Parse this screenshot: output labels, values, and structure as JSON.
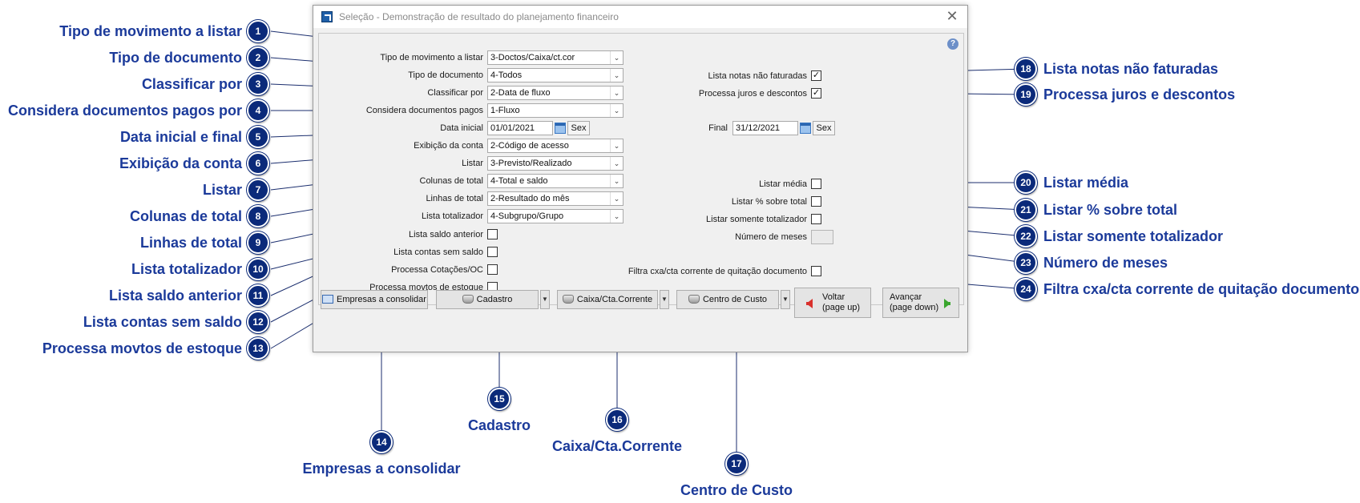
{
  "window": {
    "title": "Seleção - Demonstração de resultado do planejamento financeiro",
    "help": "?",
    "close": "✕"
  },
  "form": {
    "tipo_movimento": {
      "label": "Tipo de movimento a listar",
      "value": "3-Doctos/Caixa/ct.cor"
    },
    "tipo_documento": {
      "label": "Tipo de documento",
      "value": "4-Todos"
    },
    "classificar_por": {
      "label": "Classificar por",
      "value": "2-Data de fluxo"
    },
    "considera_pagos": {
      "label": "Considera documentos pagos",
      "value": "1-Fluxo"
    },
    "data_inicial": {
      "label": "Data inicial",
      "value": "01/01/2021",
      "weekday": "Sex"
    },
    "data_final": {
      "label": "Final",
      "value": "31/12/2021",
      "weekday": "Sex"
    },
    "exibicao_conta": {
      "label": "Exibição da conta",
      "value": "2-Código de acesso"
    },
    "listar": {
      "label": "Listar",
      "value": "3-Previsto/Realizado"
    },
    "colunas_total": {
      "label": "Colunas de total",
      "value": "4-Total e saldo"
    },
    "linhas_total": {
      "label": "Linhas de total",
      "value": "2-Resultado do mês"
    },
    "lista_totalizador": {
      "label": "Lista totalizador",
      "value": "4-Subgrupo/Grupo"
    },
    "lista_saldo_anterior": {
      "label": "Lista saldo anterior",
      "checked": false
    },
    "lista_contas_sem_saldo": {
      "label": "Lista contas sem saldo",
      "checked": false
    },
    "processa_cotacoes": {
      "label": "Processa Cotações/OC",
      "checked": false
    },
    "processa_movtos_estoque": {
      "label": "Processa movtos de estoque",
      "checked": false
    },
    "lista_notas_nao_faturadas": {
      "label": "Lista notas não faturadas",
      "checked": true
    },
    "processa_juros": {
      "label": "Processa juros e descontos",
      "checked": true
    },
    "listar_media": {
      "label": "Listar média",
      "checked": false
    },
    "listar_pct": {
      "label": "Listar % sobre total",
      "checked": false
    },
    "listar_somente_totalizador": {
      "label": "Listar somente totalizador",
      "checked": false
    },
    "numero_meses": {
      "label": "Número de meses",
      "value": ""
    },
    "filtra_cxa": {
      "label": "Filtra cxa/cta corrente de quitação documento",
      "checked": false
    },
    "check_mark": "✓",
    "dropdown_arrow": "⌄"
  },
  "buttons": {
    "empresas": "Empresas a consolidar",
    "cadastro": "Cadastro",
    "caixa": "Caixa/Cta.Corrente",
    "centro_custo": "Centro de Custo",
    "voltar_1": "Voltar",
    "voltar_2": "(page up)",
    "avancar_1": "Avançar",
    "avancar_2": "(page down)",
    "menu_arrow": "▼"
  },
  "callouts": [
    {
      "n": "1",
      "text": "Tipo de movimento a listar"
    },
    {
      "n": "2",
      "text": "Tipo de documento"
    },
    {
      "n": "3",
      "text": "Classificar por"
    },
    {
      "n": "4",
      "text": "Considera documentos pagos por"
    },
    {
      "n": "5",
      "text": "Data inicial e final"
    },
    {
      "n": "6",
      "text": "Exibição da conta"
    },
    {
      "n": "7",
      "text": "Listar"
    },
    {
      "n": "8",
      "text": "Colunas de total"
    },
    {
      "n": "9",
      "text": "Linhas de total"
    },
    {
      "n": "10",
      "text": "Lista totalizador"
    },
    {
      "n": "11",
      "text": "Lista saldo anterior"
    },
    {
      "n": "12",
      "text": "Lista contas sem saldo"
    },
    {
      "n": "13",
      "text": "Processa movtos de estoque"
    },
    {
      "n": "14",
      "text": "Empresas a consolidar"
    },
    {
      "n": "15",
      "text": "Cadastro"
    },
    {
      "n": "16",
      "text": "Caixa/Cta.Corrente"
    },
    {
      "n": "17",
      "text": "Centro de Custo"
    },
    {
      "n": "18",
      "text": "Lista notas não faturadas"
    },
    {
      "n": "19",
      "text": "Processa juros e descontos"
    },
    {
      "n": "20",
      "text": "Listar média"
    },
    {
      "n": "21",
      "text": "Listar % sobre total"
    },
    {
      "n": "22",
      "text": "Listar somente totalizador"
    },
    {
      "n": "23",
      "text": "Número de meses"
    },
    {
      "n": "24",
      "text": "Filtra cxa/cta corrente de quitação documento"
    }
  ]
}
